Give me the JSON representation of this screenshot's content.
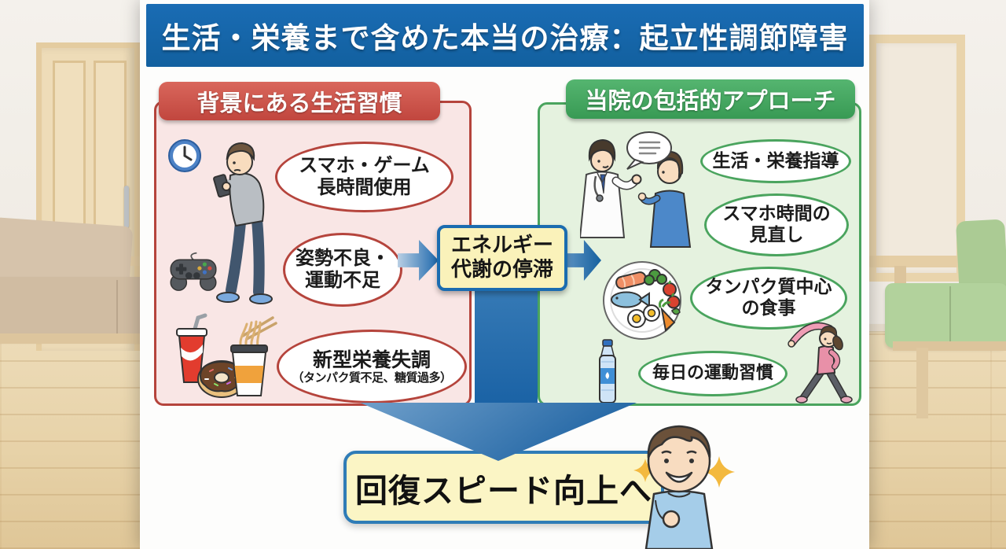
{
  "title": "生活・栄養まで含めた本当の治療：起立性調節障害",
  "lifestyle_box": {
    "header": "背景にある生活習慣",
    "bubbles": [
      {
        "lines": [
          "スマホ・ゲーム",
          "長時間使用"
        ]
      },
      {
        "lines": [
          "姿勢不良・",
          "運動不足"
        ]
      },
      {
        "lines": [
          "新型栄養失調",
          "（タンパク質不足、糖質過多）"
        ]
      }
    ]
  },
  "energy_box": {
    "lines": [
      "エネルギー",
      "代謝の停滞"
    ]
  },
  "approach_box": {
    "header": "当院の包括的アプローチ",
    "bubbles": [
      {
        "lines": [
          "生活・栄養指導"
        ]
      },
      {
        "lines": [
          "スマホ時間の",
          "見直し"
        ]
      },
      {
        "lines": [
          "タンパク質中心",
          "の食事"
        ]
      },
      {
        "lines": [
          "毎日の運動習慣"
        ]
      }
    ]
  },
  "recovery_box": {
    "label": "回復スピード向上へ"
  },
  "icons": {
    "lifestyle": [
      "clock-icon",
      "smartphone-boy-illustration",
      "game-controller-icon",
      "soda-cup-icon",
      "donut-icon",
      "cup-noodle-icon"
    ],
    "approach": [
      "speech-bubble-icon",
      "doctor-patient-illustration",
      "meal-plate-icon",
      "water-bottle-icon",
      "stretching-woman-illustration"
    ],
    "flow": [
      "arrow-right-icon",
      "arrow-down-icon"
    ],
    "recovery": [
      "sparkle-icon",
      "happy-boy-illustration"
    ]
  },
  "colors": {
    "title_bg": "#1565ad",
    "lifestyle_bg": "#f9e6e5",
    "lifestyle_border": "#b5443c",
    "lifestyle_header_bg": "#c8493f",
    "approach_bg": "#e5f2df",
    "approach_border": "#4aa45e",
    "approach_header_bg": "#3fa05c",
    "energy_box_bg": "#faf2ba",
    "energy_box_border": "#1b6cb0",
    "arrow_blue": "#1a67ae",
    "recovery_bg": "#fbf5c5",
    "recovery_border": "#2f7cb7",
    "sparkle": "#f3b93f"
  }
}
